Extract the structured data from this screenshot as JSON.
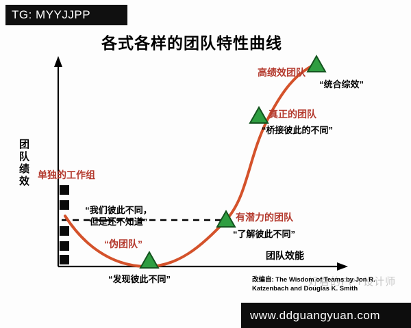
{
  "colors": {
    "curve": "#d4522b",
    "stage_label_red": "#b43a2e",
    "triangle_green": "#2f9e41",
    "triangle_border": "#14541f"
  },
  "header": {
    "tg_label": "TG: MYYJJPP"
  },
  "title": "各式各样的团队特性曲线",
  "chart_data": {
    "type": "line",
    "title": "各式各样的团队特性曲线",
    "xlabel": "团队效能",
    "ylabel": "团队绩效",
    "legend": "none",
    "grid": false,
    "curve_color": "#d4522b",
    "curve_shape": "performance dips from working group down to pseudo team, then rises steeply through potential team and real team up to high-performance team (J-curve)",
    "stages": [
      {
        "name": "单独的工作组",
        "quote": "“我们彼此不同，\n但是还不知道”",
        "marker": "black-squares",
        "effectiveness": 0.02,
        "performance": 0.22
      },
      {
        "name": "“伪团队”",
        "quote": "“发现彼此不同”",
        "marker": "green-triangle",
        "effectiveness": 0.32,
        "performance": 0.01
      },
      {
        "name": "有潜力的团队",
        "quote": "“了解彼此不同”",
        "marker": "green-triangle",
        "effectiveness": 0.58,
        "performance": 0.23
      },
      {
        "name": "真正的团队",
        "quote": "“桥接彼此的不同”",
        "marker": "green-triangle",
        "effectiveness": 0.7,
        "performance": 0.73
      },
      {
        "name": "高绩效团队",
        "quote": "“统合综效”",
        "marker": "green-triangle",
        "effectiveness": 0.9,
        "performance": 0.97
      }
    ]
  },
  "attribution": {
    "line1": "改编自: The Wisdom of Teams by Jon R.",
    "line2": "Katzenbach and Douglas K. Smith"
  },
  "watermark": {
    "faint_text": "好看的PPT设计师",
    "site": "www.ddguangyuan.com"
  }
}
